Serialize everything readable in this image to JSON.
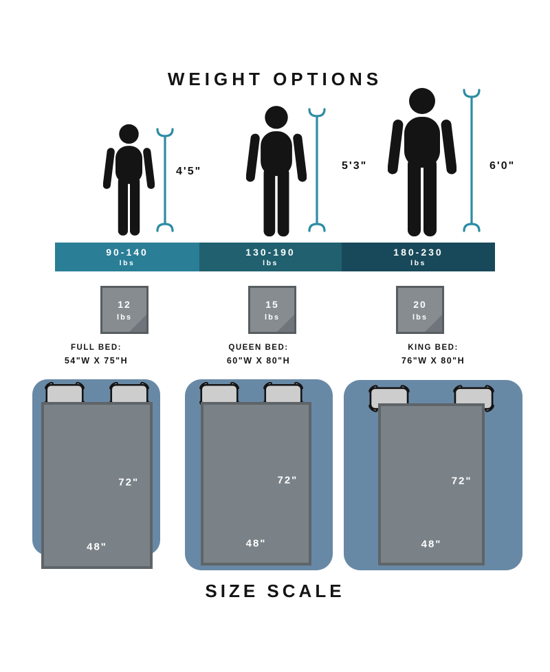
{
  "title": "WEIGHT OPTIONS",
  "footer": "SIZE SCALE",
  "people": [
    {
      "height_label": "4'5\""
    },
    {
      "height_label": "5'3\""
    },
    {
      "height_label": "6'0\""
    }
  ],
  "weight_ranges": [
    {
      "range": "90-140",
      "unit": "lbs",
      "color": "#2A7E96"
    },
    {
      "range": "130-190",
      "unit": "lbs",
      "color": "#20606F"
    },
    {
      "range": "180-230",
      "unit": "lbs",
      "color": "#18495A"
    }
  ],
  "blanket_weights": [
    {
      "value": "12",
      "unit": "lbs"
    },
    {
      "value": "15",
      "unit": "lbs"
    },
    {
      "value": "20",
      "unit": "lbs"
    }
  ],
  "beds": [
    {
      "name": "FULL BED:",
      "dimensions": "54\"W X 75\"H",
      "blanket_length": "72\"",
      "blanket_width": "48\""
    },
    {
      "name": "QUEEN BED:",
      "dimensions": "60\"W X 80\"H",
      "blanket_length": "72\"",
      "blanket_width": "48\""
    },
    {
      "name": "KING BED:",
      "dimensions": "76\"W X 80\"H",
      "blanket_length": "72\"",
      "blanket_width": "48\""
    }
  ],
  "colors": {
    "measure_line": "#2E8CA4",
    "silhouette": "#141414",
    "bed": "#6889A6",
    "blanket": "#7B8287",
    "blanket_border": "#5E6468",
    "pillow": "#CDCDCD",
    "square": "#868C90",
    "square_border": "#575D60",
    "square_fold": "#6F757A",
    "text_dark": "#141414",
    "text_light": "#FFFFFF"
  }
}
